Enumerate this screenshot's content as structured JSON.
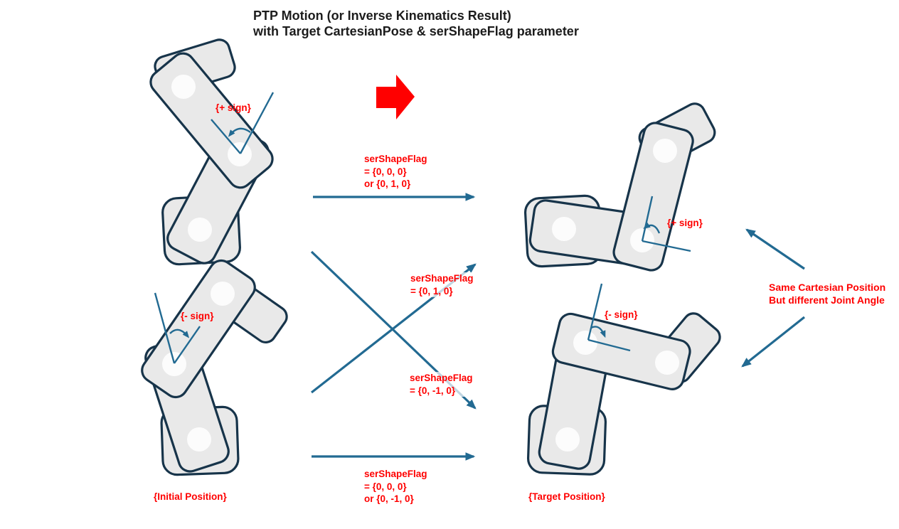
{
  "title": "PTP Motion (or Inverse Kinematics Result)\nwith Target CartesianPose & serShapeFlag parameter",
  "colors": {
    "arrow_teal": "#226a92",
    "outline_navy": "#17344a",
    "link_fill": "#e9e9e9",
    "joint_white": "#fcfcfc",
    "red_accent": "#ff0000"
  },
  "icons": {
    "red_block_arrow": "right-pointing solid red arrow"
  },
  "labels": {
    "flag_top": "serShapeFlag\n= {0, 0, 0}\nor {0, 1, 0}",
    "flag_mid_up": "serShapeFlag\n= {0, 1, 0}",
    "flag_mid_down": "serShapeFlag\n= {0, -1, 0}",
    "flag_bottom": "serShapeFlag\n= {0, 0, 0}\nor {0, -1, 0}",
    "sign_plus_initial": "{+ sign}",
    "sign_minus_initial": "{- sign}",
    "sign_plus_target": "{+ sign}",
    "sign_minus_target": "{- sign}",
    "initial_position": "{Initial Position}",
    "target_position": "{Target Position}",
    "same_cartesian": "Same Cartesian Position\nBut different Joint Angle"
  }
}
